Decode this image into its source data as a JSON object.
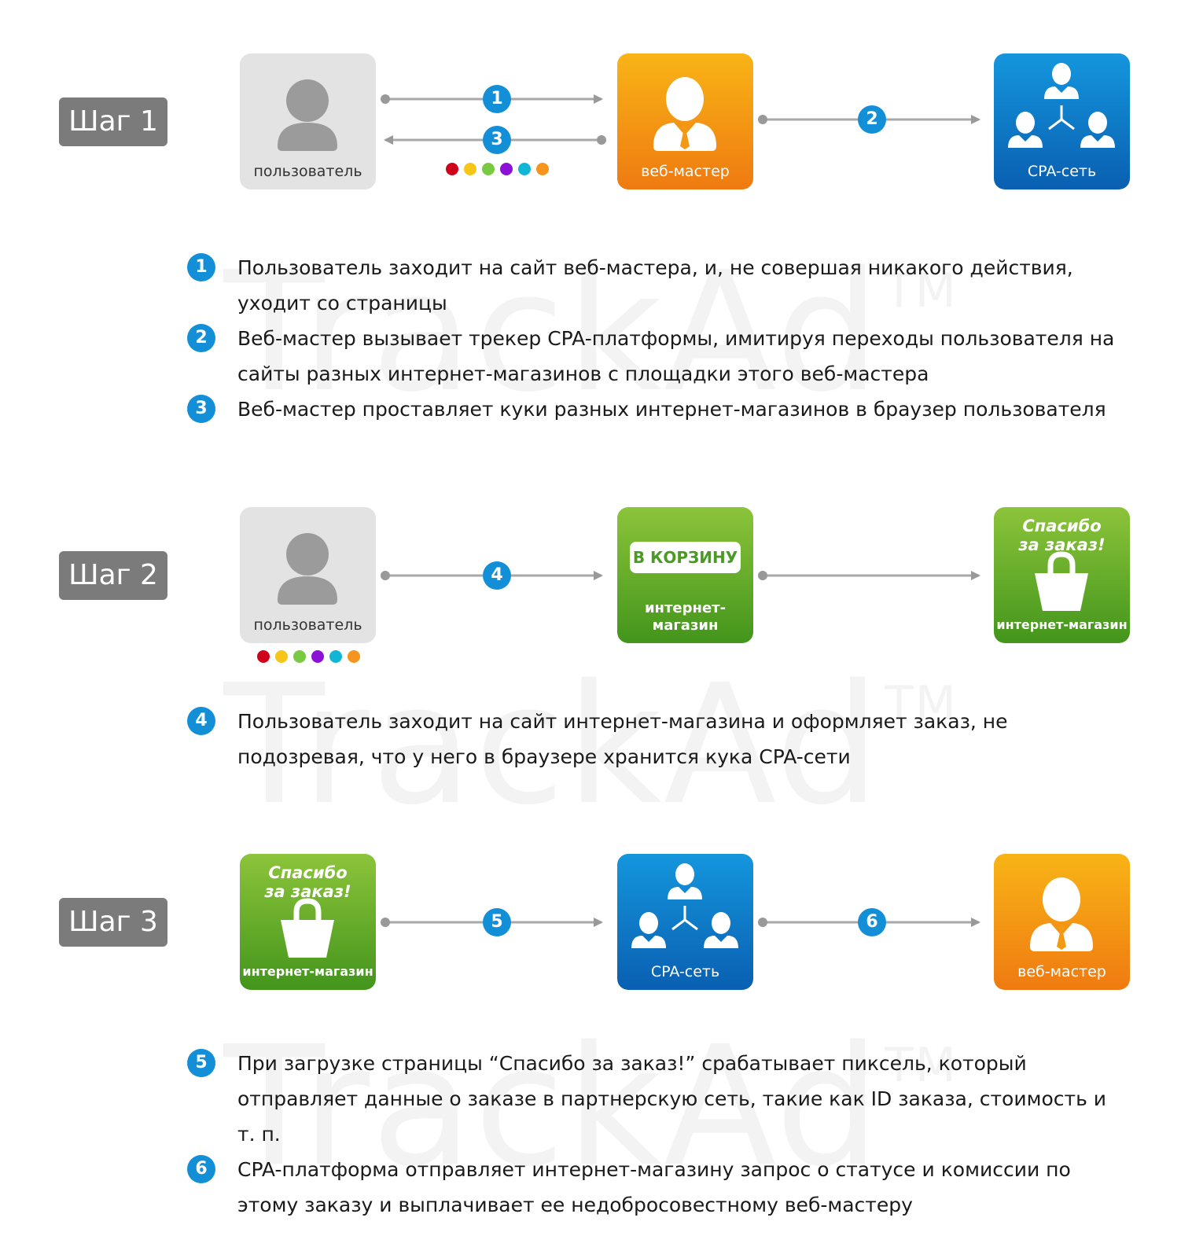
{
  "watermark": {
    "text": "TrackAd",
    "tm": "TM"
  },
  "steps": [
    {
      "label": "Шаг 1"
    },
    {
      "label": "Шаг 2"
    },
    {
      "label": "Шаг 3"
    }
  ],
  "actors": {
    "user": "пользователь",
    "webmaster": "веб-мастер",
    "cpa": "CPA-сеть",
    "shop": "интернет-магазин",
    "shop_two_line": "интернет-\nмагазин",
    "cart_button": "В КОРЗИНУ",
    "thanks": "Спасибо\nза заказ!"
  },
  "badges": [
    "1",
    "2",
    "3",
    "4",
    "5",
    "6"
  ],
  "cookie_colors": [
    "#d0021b",
    "#f5c518",
    "#7ac943",
    "#8b11d6",
    "#11b6d6",
    "#f7941d"
  ],
  "notes": [
    {
      "num": "1",
      "text": "Пользователь заходит на сайт веб-мастера, и, не совершая никакого действия, уходит со страницы"
    },
    {
      "num": "2",
      "text": "Веб-мастер вызывает трекер CPA-платформы, имитируя переходы пользователя на сайты разных интернет-магазинов с площадки этого веб-мастера"
    },
    {
      "num": "3",
      "text": "Веб-мастер проставляет куки разных интернет-магазинов в браузер пользователя"
    },
    {
      "num": "4",
      "text": "Пользователь заходит на сайт интернет-магазина и оформляет заказ, не подозревая, что у него в браузере хранится кука CPA-сети"
    },
    {
      "num": "5",
      "text": "При загрузке страницы “Спасибо за заказ!” срабатывает пиксель, который отправляет данные о заказе в партнерскую сеть, такие как ID заказа, стоимость и т. п."
    },
    {
      "num": "6",
      "text": "CPA-платформа отправляет интернет-магазину запрос о статусе и комиссии по этому заказу и выплачивает ее недобросовестному веб-мастеру"
    }
  ]
}
